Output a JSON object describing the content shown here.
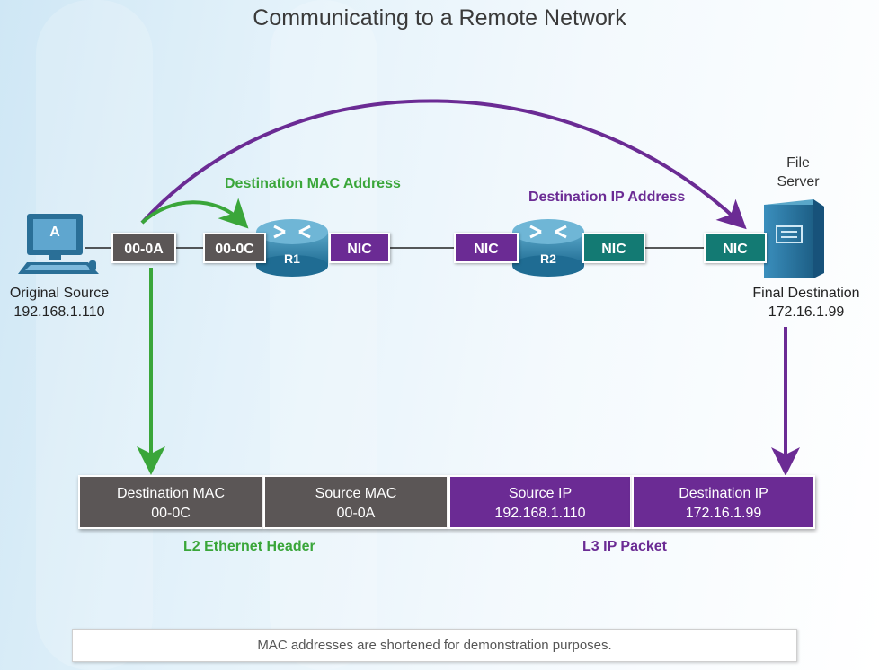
{
  "title": "Communicating to a Remote Network",
  "labels": {
    "dest_mac_address": "Destination MAC Address",
    "dest_ip_address": "Destination IP Address",
    "file_server_line1": "File",
    "file_server_line2": "Server"
  },
  "source": {
    "name": "Original Source",
    "ip": "192.168.1.110",
    "pc_letter": "A"
  },
  "destination": {
    "name": "Final Destination",
    "ip": "172.16.1.99"
  },
  "routers": [
    {
      "name": "R1"
    },
    {
      "name": "R2"
    }
  ],
  "interfaces": {
    "pc_mac": "00-0A",
    "r1_in_mac": "00-0C",
    "r1_out": "NIC",
    "r2_in": "NIC",
    "r2_out": "NIC",
    "server_nic": "NIC"
  },
  "frame": {
    "dest_mac": {
      "label": "Destination MAC",
      "value": "00-0C"
    },
    "src_mac": {
      "label": "Source MAC",
      "value": "00-0A"
    },
    "src_ip": {
      "label": "Source IP",
      "value": "192.168.1.110"
    },
    "dest_ip": {
      "label": "Destination IP",
      "value": "172.16.1.99"
    },
    "l2_label": "L2 Ethernet Header",
    "l3_label": "L3 IP Packet"
  },
  "note": "MAC addresses are shortened for demonstration purposes.",
  "colors": {
    "green": "#3aa63a",
    "purple": "#6b2b94",
    "gray": "#5b5656",
    "teal": "#137a73"
  }
}
